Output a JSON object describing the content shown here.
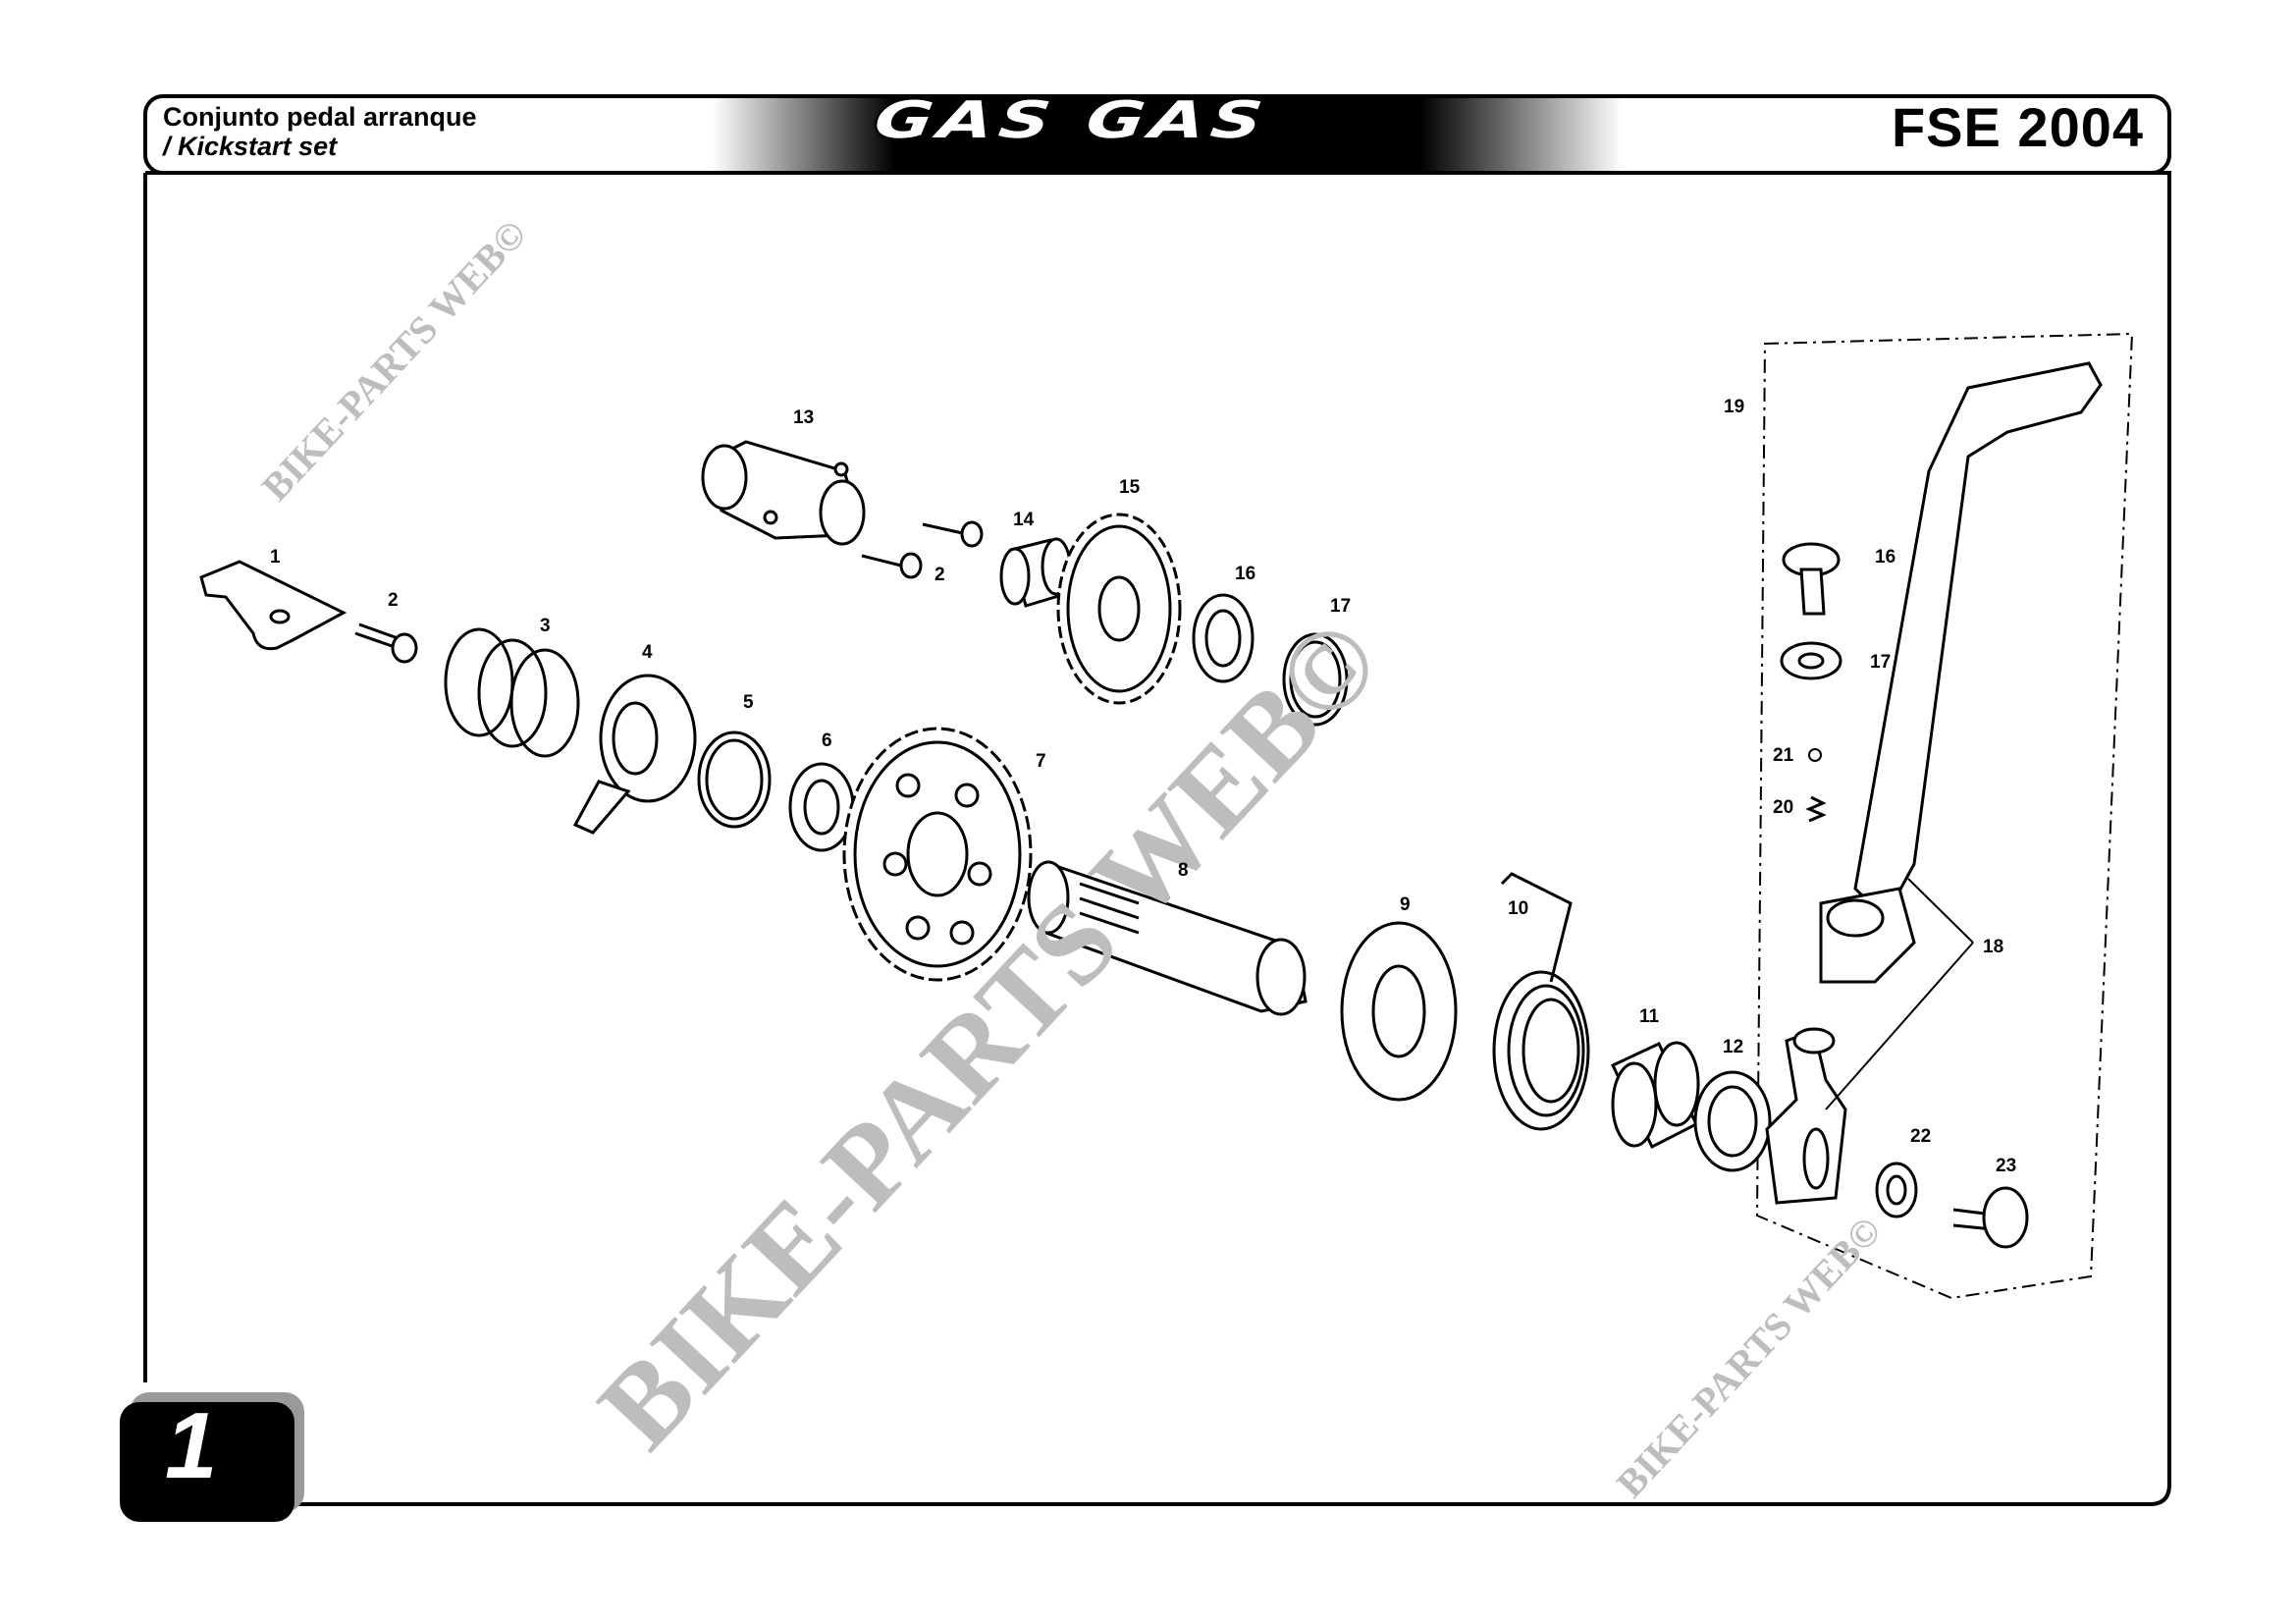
{
  "header": {
    "title_es": "Conjunto pedal arranque",
    "title_en": "/ Kickstart set",
    "brand": "GAS GAS",
    "model": "FSE 2004"
  },
  "page_number": "1",
  "watermarks": [
    "BIKE-PARTS WEB©",
    "BIKE-PARTS WEB©",
    "BIKE-PARTS WEB©"
  ],
  "parts": [
    {
      "ref": "1"
    },
    {
      "ref": "2"
    },
    {
      "ref": "3"
    },
    {
      "ref": "4"
    },
    {
      "ref": "5"
    },
    {
      "ref": "6"
    },
    {
      "ref": "7"
    },
    {
      "ref": "8"
    },
    {
      "ref": "9"
    },
    {
      "ref": "10"
    },
    {
      "ref": "11"
    },
    {
      "ref": "12"
    },
    {
      "ref": "13"
    },
    {
      "ref": "2"
    },
    {
      "ref": "14"
    },
    {
      "ref": "15"
    },
    {
      "ref": "16"
    },
    {
      "ref": "17"
    },
    {
      "ref": "19"
    },
    {
      "ref": "16"
    },
    {
      "ref": "17"
    },
    {
      "ref": "21"
    },
    {
      "ref": "20"
    },
    {
      "ref": "18"
    },
    {
      "ref": "22"
    },
    {
      "ref": "23"
    }
  ]
}
